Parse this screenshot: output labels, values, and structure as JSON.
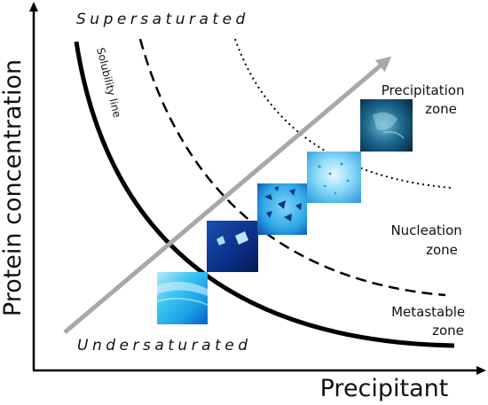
{
  "diagram": {
    "axes": {
      "x_label": "Precipitant",
      "y_label": "Protein concentration"
    },
    "regions": {
      "top": "Supersaturated",
      "bottom": "Undersaturated"
    },
    "curves": {
      "solubility": "Solubility line"
    },
    "zones": {
      "precipitation": [
        "Precipitation",
        "zone"
      ],
      "nucleation": [
        "Nucleation",
        "zone"
      ],
      "metastable": [
        "Metastable",
        "zone"
      ]
    },
    "colors": {
      "axis": "#000000",
      "curve": "#000000",
      "arrow": "#a8a8a8",
      "crystal_dark": "#0a2f86",
      "crystal_light": "#3fc3f2"
    }
  }
}
